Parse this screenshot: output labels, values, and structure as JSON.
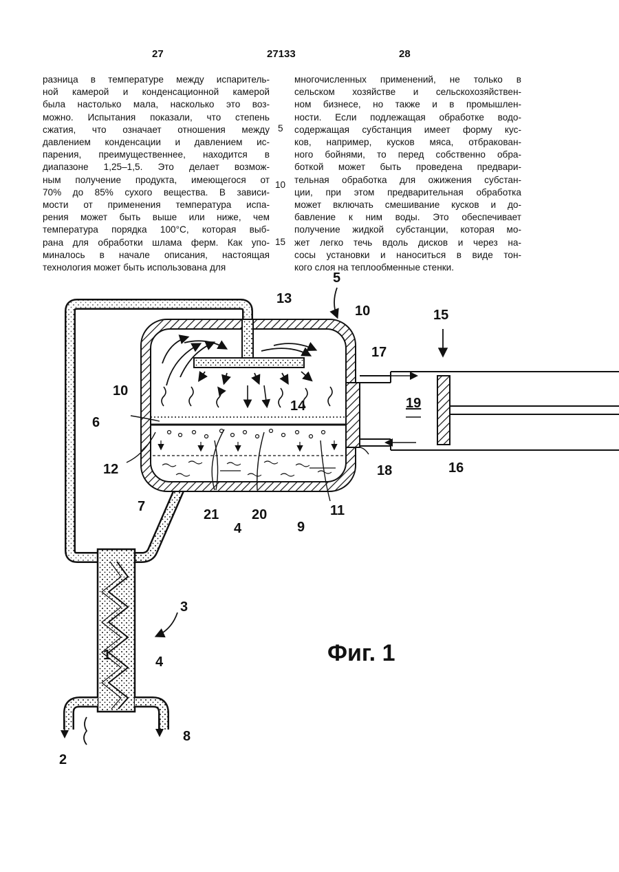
{
  "header": {
    "left_page": "27",
    "patent_number": "27133",
    "right_page": "28"
  },
  "left_column": [
    "разница в температуре между испаритель-",
    "ной камерой и конденсационной камерой",
    "была настолько мала, насколько это воз-",
    "можно. Испытания показали, что степень",
    "сжатия, что означает отношения между",
    "давлением конденсации и давлением ис-",
    "парения, преимущественнее, находится в",
    "диапазоне 1,25–1,5. Это делает возмож-",
    "ным получение продукта, имеющегося от",
    "70% до 85% сухого вещества. В зависи-",
    "мости от применения температура испа-",
    "рения может быть выше или ниже, чем",
    "температура порядка 100°С, которая выб-",
    "рана для обработки шлама ферм. Как упо-",
    "миналось в начале описания, настоящая",
    "технология может быть использована для"
  ],
  "right_column": [
    "многочисленных применений, не только в",
    "сельском хозяйстве и сельскохозяйствен-",
    "ном бизнесе, но также и в промышлен-",
    "ности. Если подлежащая обработке водо-",
    "содержащая субстанция имеет форму кус-",
    "ков, например, кусков мяса, отбракован-",
    "ного бойнями, то перед собственно обра-",
    "боткой может быть проведена предвари-",
    "тельная обработка для ожижения субстан-",
    "ции, при этом предварительная обработка",
    "может включать смешивание кусков и до-",
    "бавление к ним воды. Это обеспечивает",
    "получение жидкой субстанции, которая мо-",
    "жет легко течь вдоль дисков и через на-",
    "сосы установки и наноситься в виде тон-",
    "кого слоя на теплообменные стенки."
  ],
  "line_numbers": [
    "5",
    "10",
    "15"
  ],
  "figure": {
    "caption": "Фиг. 1",
    "labels": {
      "n1": "1",
      "n2": "2",
      "n3": "3",
      "n4a": "4",
      "n4b": "4",
      "n5": "5",
      "n6": "6",
      "n7": "7",
      "n8": "8",
      "n9": "9",
      "n10a": "10",
      "n10b": "10",
      "n11": "11",
      "n12": "12",
      "n13": "13",
      "n14": "14",
      "n15": "15",
      "n16": "16",
      "n17": "17",
      "n18": "18",
      "n19": "19",
      "n20": "20",
      "n21": "21"
    }
  }
}
